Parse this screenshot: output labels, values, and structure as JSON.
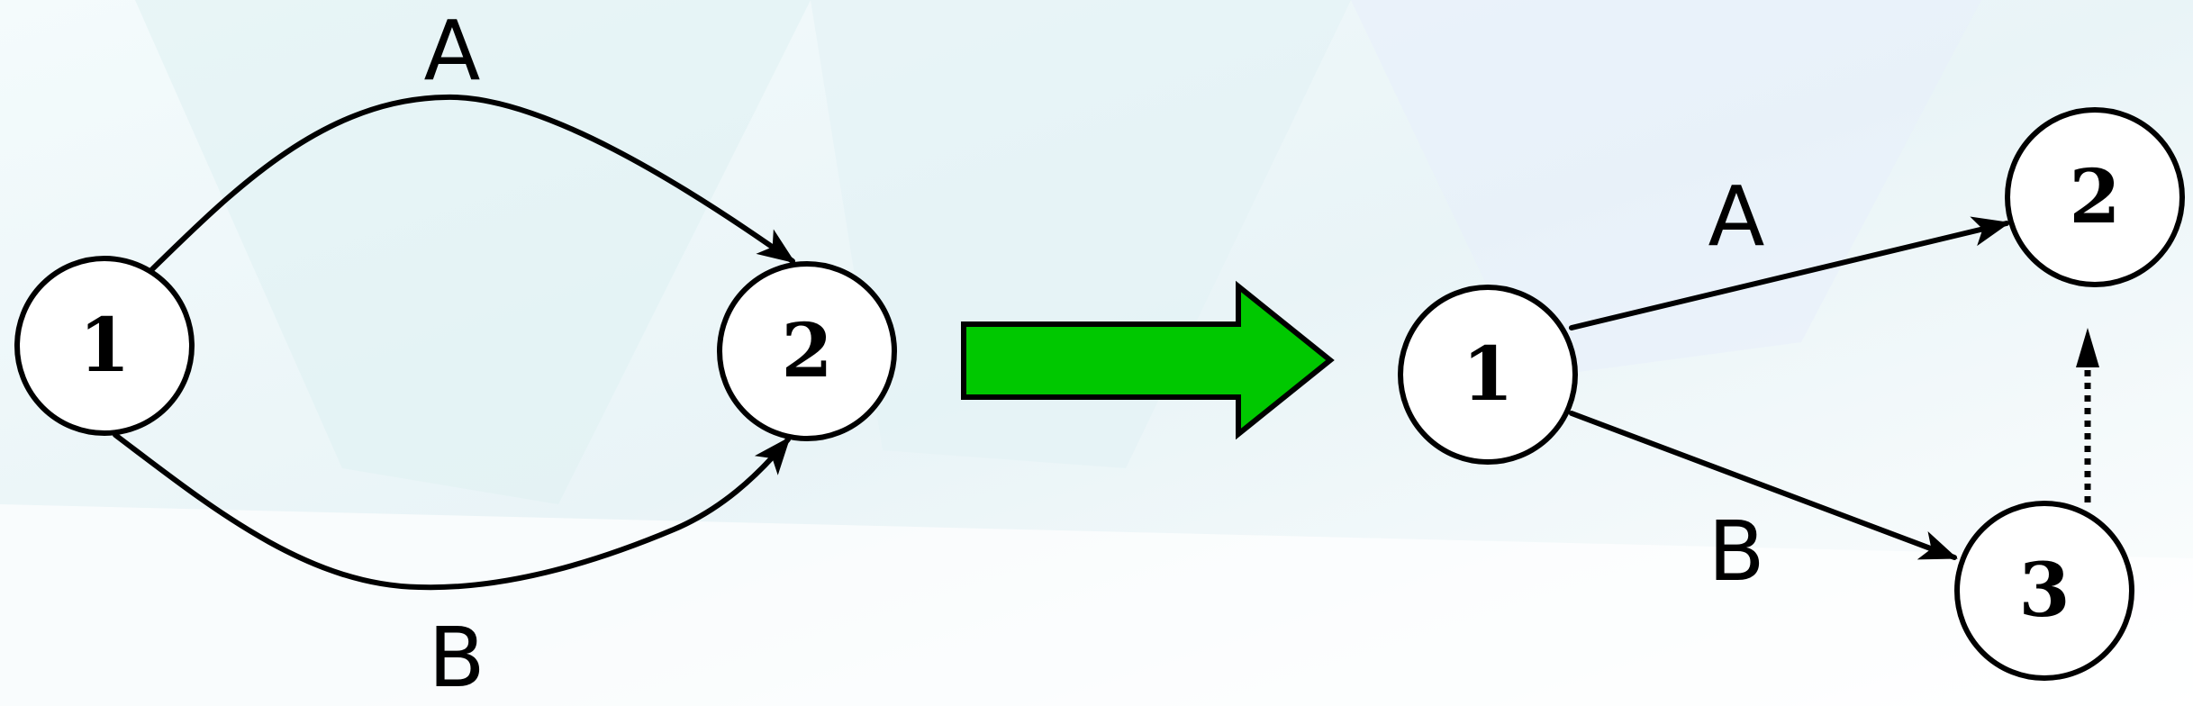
{
  "left_graph": {
    "nodes": [
      {
        "id": "1",
        "label": "1"
      },
      {
        "id": "2",
        "label": "2"
      }
    ],
    "edges": [
      {
        "from": "1",
        "to": "2",
        "label": "A",
        "style": "solid"
      },
      {
        "from": "1",
        "to": "2",
        "label": "B",
        "style": "solid"
      }
    ]
  },
  "transform_arrow": {
    "color": "#00c800"
  },
  "right_graph": {
    "nodes": [
      {
        "id": "1",
        "label": "1"
      },
      {
        "id": "2",
        "label": "2"
      },
      {
        "id": "3",
        "label": "3"
      }
    ],
    "edges": [
      {
        "from": "1",
        "to": "2",
        "label": "A",
        "style": "solid"
      },
      {
        "from": "1",
        "to": "3",
        "label": "B",
        "style": "solid"
      },
      {
        "from": "3",
        "to": "2",
        "label": "",
        "style": "dotted"
      }
    ]
  }
}
